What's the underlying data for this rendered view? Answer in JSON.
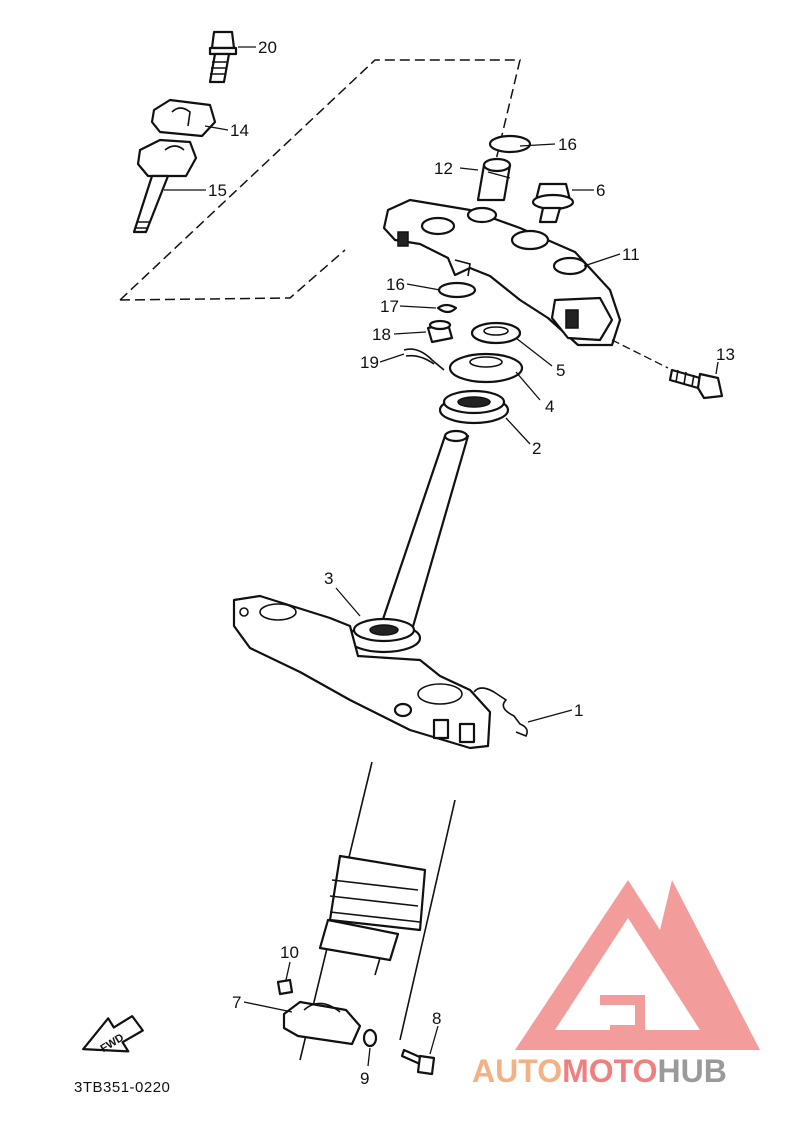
{
  "callouts": [
    {
      "id": "1",
      "text": "1"
    },
    {
      "id": "2",
      "text": "2"
    },
    {
      "id": "3",
      "text": "3"
    },
    {
      "id": "4",
      "text": "4"
    },
    {
      "id": "5",
      "text": "5"
    },
    {
      "id": "6",
      "text": "6"
    },
    {
      "id": "7",
      "text": "7"
    },
    {
      "id": "8",
      "text": "8"
    },
    {
      "id": "9",
      "text": "9"
    },
    {
      "id": "10",
      "text": "10"
    },
    {
      "id": "11",
      "text": "11"
    },
    {
      "id": "12",
      "text": "12"
    },
    {
      "id": "13",
      "text": "13"
    },
    {
      "id": "14",
      "text": "14"
    },
    {
      "id": "15",
      "text": "15"
    },
    {
      "id": "16a",
      "text": "16"
    },
    {
      "id": "16b",
      "text": "16"
    },
    {
      "id": "17",
      "text": "17"
    },
    {
      "id": "18",
      "text": "18"
    },
    {
      "id": "19",
      "text": "19"
    },
    {
      "id": "20",
      "text": "20"
    }
  ],
  "direction_arrow": {
    "label": "FWD"
  },
  "diagram_code": "3TB351-0220",
  "watermark": {
    "parts": [
      "AUTO",
      "MOTO",
      "HUB"
    ],
    "colors": {
      "auto": "#f4b183",
      "moto": "#f08080",
      "hub": "#9a9a9a",
      "logo": "#f28b8b"
    }
  }
}
